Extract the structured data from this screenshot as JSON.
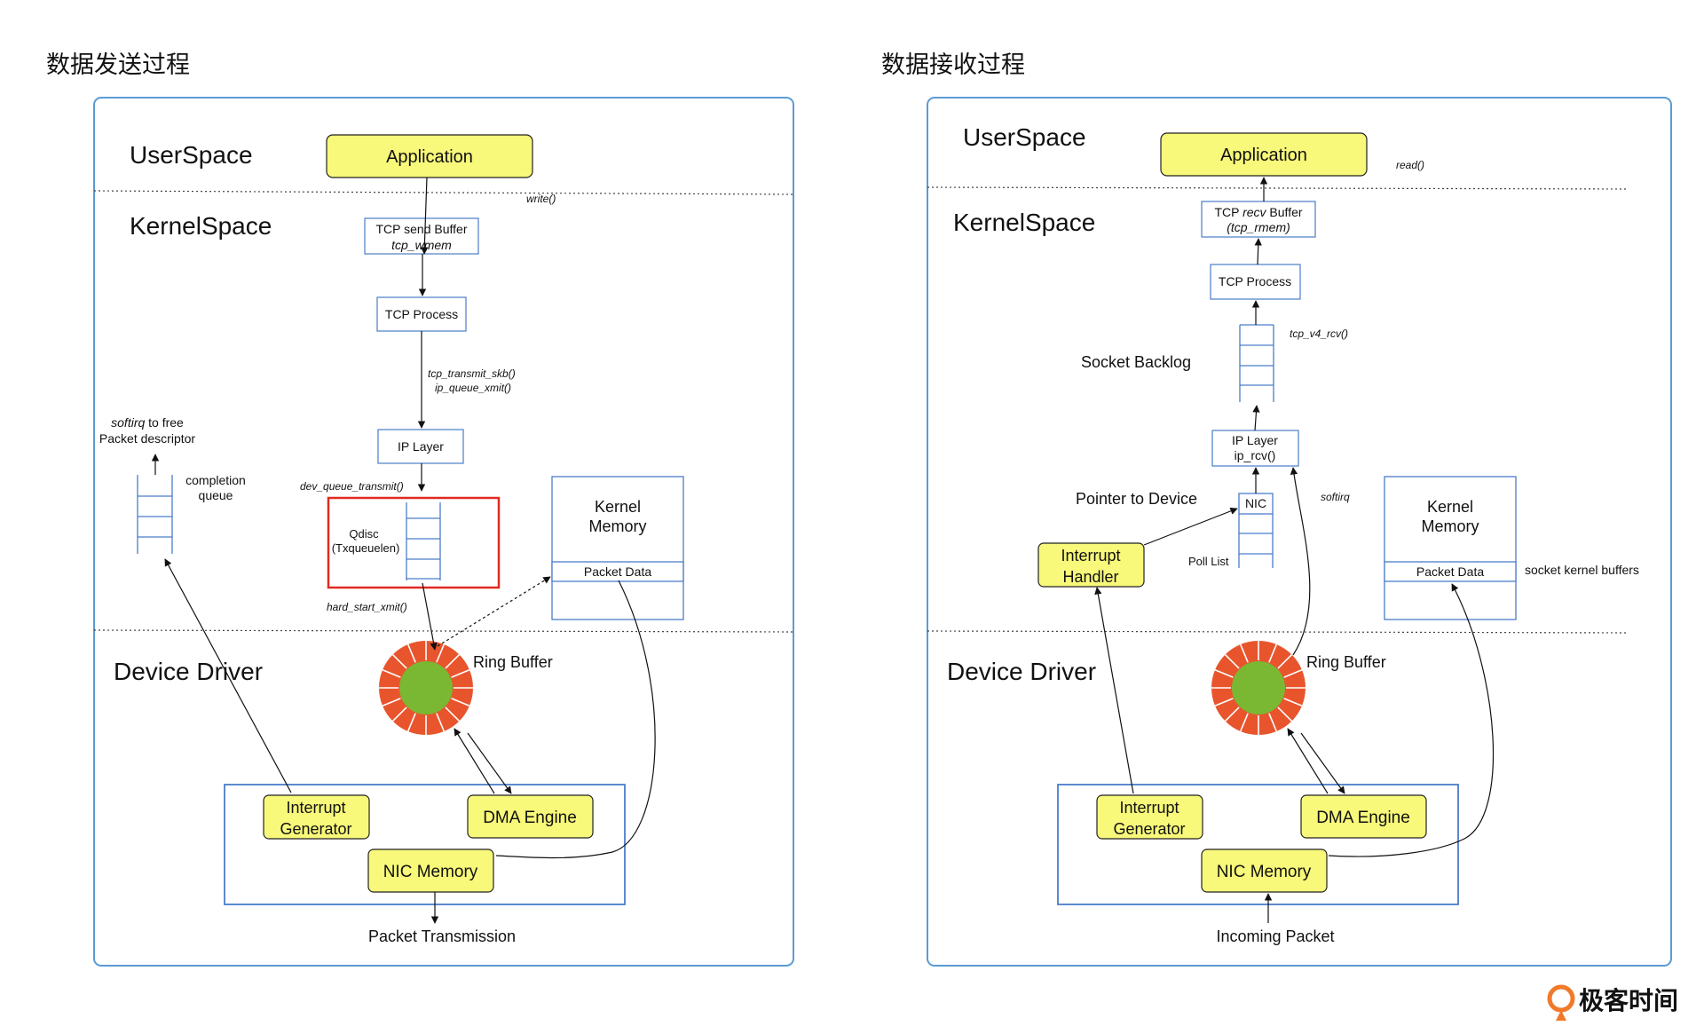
{
  "send": {
    "title": "数据发送过程",
    "userspace": "UserSpace",
    "kernelspace": "KernelSpace",
    "device_driver": "Device Driver",
    "application": "Application",
    "write_call": "write()",
    "tcp_send_buffer": "TCP send Buffer",
    "tcp_wmem": "tcp_wmem",
    "tcp_process": "TCP Process",
    "tcp_transmit_skb": "tcp_transmit_skb()",
    "ip_queue_xmit": "ip_queue_xmit()",
    "ip_layer": "IP Layer",
    "dev_queue_transmit": "dev_queue_transmit()",
    "qdisc": "Qdisc",
    "txqueuelen": "(Txqueuelen)",
    "hard_start_xmit": "hard_start_xmit()",
    "softirq": "softirq",
    "to_free": " to free",
    "packet_descriptor": "Packet descriptor",
    "completion": "completion",
    "queue": "queue",
    "kernel": "Kernel",
    "memory": "Memory",
    "packet_data": "Packet Data",
    "ring_buffer": "Ring Buffer",
    "interrupt": "Interrupt",
    "generator": "Generator",
    "dma_engine": "DMA Engine",
    "nic_memory": "NIC Memory",
    "packet_transmission": "Packet Transmission"
  },
  "recv": {
    "title": "数据接收过程",
    "userspace": "UserSpace",
    "kernelspace": "KernelSpace",
    "device_driver": "Device Driver",
    "application": "Application",
    "read_call": "read()",
    "tcp_pre": "TCP ",
    "recv_word": "recv",
    "buffer_word": " Buffer",
    "tcp_rmem_line": "(tcp_rmem)",
    "tcp_process": "TCP Process",
    "tcp_v4_rcv": "tcp_v4_rcv()",
    "socket_backlog": "Socket Backlog",
    "ip_layer": "IP Layer",
    "ip_rcv": "ip_rcv()",
    "softirq": "softirq",
    "pointer_to_device": "Pointer to Device",
    "nic": "NIC",
    "poll_list": "Poll List",
    "interrupt": "Interrupt",
    "handler": "Handler",
    "kernel": "Kernel",
    "memory": "Memory",
    "packet_data": "Packet Data",
    "socket_kernel_buffers": "socket kernel buffers",
    "ring_buffer": "Ring Buffer",
    "generator": "Generator",
    "dma_engine": "DMA Engine",
    "nic_memory": "NIC Memory",
    "incoming_packet": "Incoming Packet"
  },
  "watermark": "极客时间",
  "colors": {
    "panel_border": "#5b9bd5",
    "yellow_box": "#f8f87a",
    "ring_orange": "#e8552d",
    "ring_green": "#7ab833",
    "qdisc_red": "#e02b20",
    "queue_blue": "#4a7dc9",
    "watermark_orange": "#f07a2a"
  }
}
